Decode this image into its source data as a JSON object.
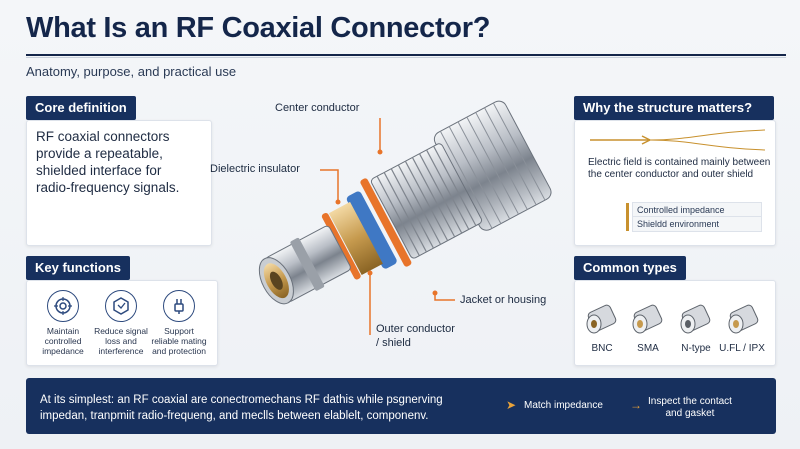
{
  "title": "What Is an RF Coaxial Connector?",
  "subtitle": "Anatomy, purpose, and practical use",
  "core_definition": {
    "header": "Core definition",
    "text": "RF coaxial connectors provide a repeatable, shielded interface for radio-frequency signals."
  },
  "key_functions": {
    "header": "Key functions",
    "items": [
      {
        "label": "Maintain controlled impedance",
        "icon": "target-icon"
      },
      {
        "label": "Reduce signal loss and interference",
        "icon": "shield-box-icon"
      },
      {
        "label": "Support reliable mating and protection",
        "icon": "plug-icon"
      }
    ]
  },
  "callouts": {
    "center_conductor": "Center conductor",
    "dielectric_insulator": "Dielectric insulator",
    "jacket_or_housing": "Jacket or housing",
    "outer_conductor_line1": "Outer conductor",
    "outer_conductor_line2": "/ shield"
  },
  "why_structure": {
    "header": "Why the structure matters?",
    "text": "Electric field is contained mainly between the center conductor and outer shield",
    "badge1": "Controlled impedance",
    "badge2": "Shieldd environment"
  },
  "common_types": {
    "header": "Common types",
    "items": [
      "BNC",
      "SMA",
      "N-type",
      "U.FL / IPX"
    ]
  },
  "bottom": {
    "text": "At its simplest: an RF coaxial are conectromechans RF dathis while psgnerving impedan, tranpmiit radio-frequeng, and meclls between elablelt, componenv.",
    "chip1": "Match impedance",
    "chip2_line1": "Inspect the contact",
    "chip2_line2": "and gasket"
  },
  "colors": {
    "navy": "#17305e",
    "accent_orange": "#e8742a",
    "accent_blue": "#3f78c4"
  }
}
